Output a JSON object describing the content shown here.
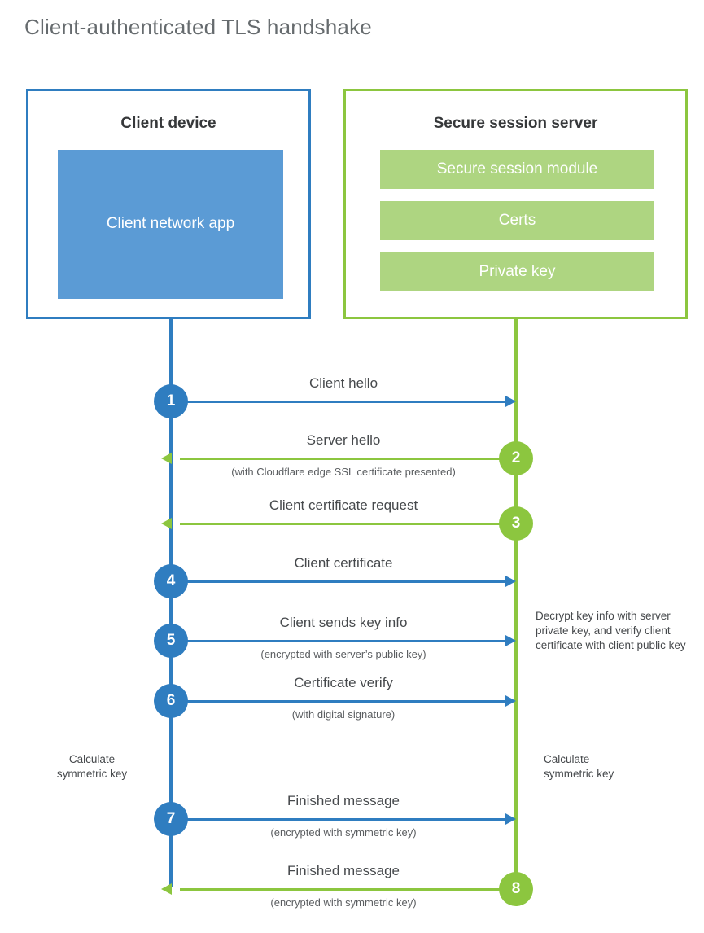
{
  "title": "Client-authenticated TLS handshake",
  "colors": {
    "client_blue": "#2f7dc0",
    "client_block_blue": "#5b9bd5",
    "server_green": "#8cc63f",
    "server_block_green": "#aed581",
    "text_dark": "#36383a",
    "text_gray": "#46494c",
    "title_gray": "#666b6e"
  },
  "client": {
    "title": "Client device",
    "blocks": [
      {
        "label": "Client network\napp"
      }
    ]
  },
  "server": {
    "title": "Secure session server",
    "blocks": [
      {
        "label": "Secure session module"
      },
      {
        "label": "Certs"
      },
      {
        "label": "Private key"
      }
    ]
  },
  "steps": [
    {
      "number": "1",
      "label": "Client hello",
      "sublabel": "",
      "direction": "right",
      "actor": "client",
      "color": "#2f7dc0"
    },
    {
      "number": "2",
      "label": "Server hello",
      "sublabel": "(with Cloudflare edge SSL certificate presented)",
      "direction": "left",
      "actor": "server",
      "color": "#8cc63f"
    },
    {
      "number": "3",
      "label": "Client certificate request",
      "sublabel": "",
      "direction": "left",
      "actor": "server",
      "color": "#8cc63f"
    },
    {
      "number": "4",
      "label": "Client certificate",
      "sublabel": "",
      "direction": "right",
      "actor": "client",
      "color": "#2f7dc0"
    },
    {
      "number": "5",
      "label": "Client sends key info",
      "sublabel": "(encrypted with server’s public key)",
      "direction": "right",
      "actor": "client",
      "color": "#2f7dc0"
    },
    {
      "number": "6",
      "label": "Certificate verify",
      "sublabel": "(with digital signature)",
      "direction": "right",
      "actor": "client",
      "color": "#2f7dc0"
    },
    {
      "number": "7",
      "label": "Finished message",
      "sublabel": "(encrypted with symmetric key)",
      "direction": "right",
      "actor": "client",
      "color": "#2f7dc0"
    },
    {
      "number": "8",
      "label": "Finished message",
      "sublabel": "(encrypted with symmetric key)",
      "direction": "left",
      "actor": "server",
      "color": "#8cc63f"
    }
  ],
  "notes": {
    "server_decrypt": "Decrypt key info with server private key, and verify client certificate with client public key",
    "client_symmetric_key": "Calculate\nsymmetric key",
    "server_symmetric_key": "Calculate\nsymmetric key"
  }
}
